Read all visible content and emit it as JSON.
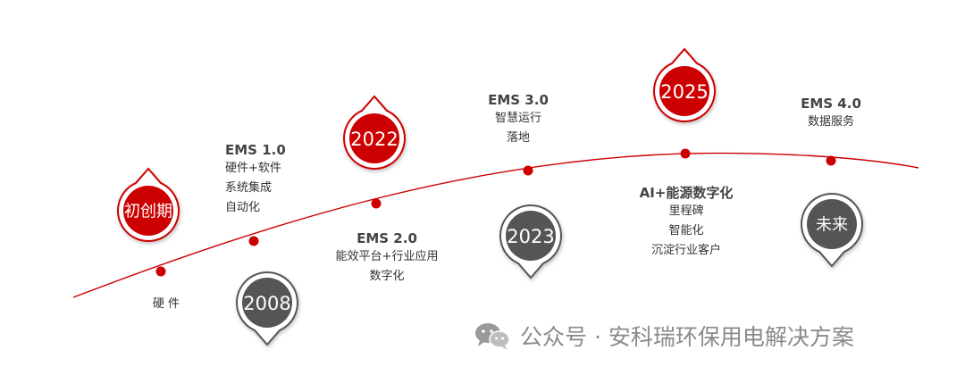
{
  "milestones": [
    {
      "pin_label": "初创期",
      "pin_style": "red",
      "caption": [
        "硬 件"
      ]
    },
    {
      "pin_label": "2008",
      "pin_style": "gray",
      "title": "EMS 1.0",
      "caption": [
        "硬件+软件",
        "系统集成",
        "自动化"
      ]
    },
    {
      "pin_label": "2022",
      "pin_style": "red",
      "title": "EMS 2.0",
      "caption": [
        "能效平台+行业应用",
        "数字化"
      ]
    },
    {
      "pin_label": "2023",
      "pin_style": "gray",
      "title": "EMS 3.0",
      "caption": [
        "智慧运行",
        "落地"
      ]
    },
    {
      "pin_label": "2025",
      "pin_style": "red",
      "title": "AI+能源数字化",
      "caption": [
        "里程碑",
        "智能化",
        "沉淀行业客户"
      ]
    },
    {
      "pin_label": "未来",
      "pin_style": "gray",
      "title": "EMS 4.0",
      "caption": [
        "数据服务"
      ]
    }
  ],
  "watermark": {
    "text": "公众号 · 安科瑞环保用电解决方案"
  },
  "colors": {
    "red": "#cc0000",
    "gray": "#555555",
    "line": "#cc0000"
  }
}
